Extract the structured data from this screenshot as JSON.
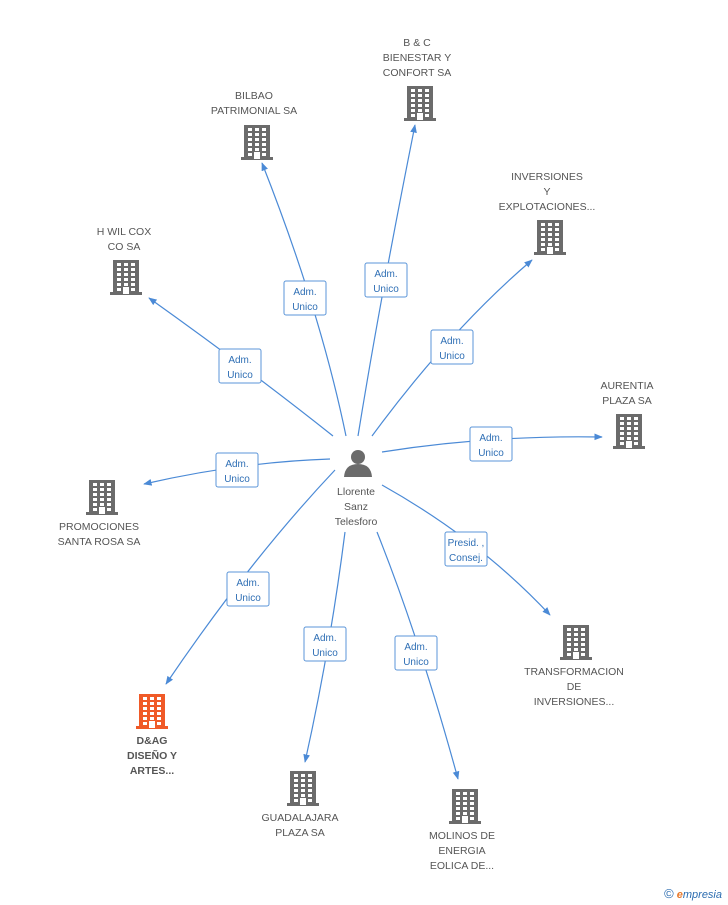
{
  "center": {
    "name_lines": [
      "Llorente",
      "Sanz",
      "Telesforo"
    ],
    "icon": "person-icon"
  },
  "nodes": [
    {
      "id": "bienestar",
      "lines": [
        "B & C",
        "BIENESTAR Y",
        "CONFORT SA"
      ],
      "icon": "building-icon",
      "highlight": false
    },
    {
      "id": "bilbao",
      "lines": [
        "BILBAO",
        "PATRIMONIAL SA"
      ],
      "icon": "building-icon",
      "highlight": false
    },
    {
      "id": "inversiones",
      "lines": [
        "INVERSIONES",
        "Y",
        "EXPLOTACIONES..."
      ],
      "icon": "building-icon",
      "highlight": false
    },
    {
      "id": "hwil",
      "lines": [
        "H WIL COX",
        "CO SA"
      ],
      "icon": "building-icon",
      "highlight": false
    },
    {
      "id": "aurentia",
      "lines": [
        "AURENTIA",
        "PLAZA SA"
      ],
      "icon": "building-icon",
      "highlight": false
    },
    {
      "id": "promociones",
      "lines": [
        "PROMOCIONES",
        "SANTA ROSA SA"
      ],
      "icon": "building-icon",
      "highlight": false
    },
    {
      "id": "transformacion",
      "lines": [
        "TRANSFORMACION",
        "DE",
        "INVERSIONES..."
      ],
      "icon": "building-icon",
      "highlight": false
    },
    {
      "id": "dag",
      "lines": [
        "D&AG",
        "DISEÑO Y",
        "ARTES..."
      ],
      "icon": "building-icon",
      "highlight": true
    },
    {
      "id": "guadalajara",
      "lines": [
        "GUADALAJARA",
        "PLAZA SA"
      ],
      "icon": "building-icon",
      "highlight": false
    },
    {
      "id": "molinos",
      "lines": [
        "MOLINOS DE",
        "ENERGIA",
        "EOLICA DE..."
      ],
      "icon": "building-icon",
      "highlight": false
    }
  ],
  "edges": [
    {
      "target": "bienestar",
      "label_lines": [
        "Adm.",
        "Unico"
      ]
    },
    {
      "target": "bilbao",
      "label_lines": [
        "Adm.",
        "Unico"
      ]
    },
    {
      "target": "inversiones",
      "label_lines": [
        "Adm.",
        "Unico"
      ]
    },
    {
      "target": "hwil",
      "label_lines": [
        "Adm.",
        "Unico"
      ]
    },
    {
      "target": "aurentia",
      "label_lines": [
        "Adm.",
        "Unico"
      ]
    },
    {
      "target": "promociones",
      "label_lines": [
        "Adm.",
        "Unico"
      ]
    },
    {
      "target": "transformacion",
      "label_lines": [
        "Presid. ,",
        "Consej."
      ]
    },
    {
      "target": "dag",
      "label_lines": [
        "Adm.",
        "Unico"
      ]
    },
    {
      "target": "guadalajara",
      "label_lines": [
        "Adm.",
        "Unico"
      ]
    },
    {
      "target": "molinos",
      "label_lines": [
        "Adm.",
        "Unico"
      ]
    }
  ],
  "colors": {
    "building": "#6b6b6b",
    "highlight": "#f05a28",
    "edge": "#4b8ad6",
    "edge_label": "#2f6fb5"
  },
  "brand": {
    "copyright": "©",
    "first_letter": "e",
    "rest": "mpresia"
  }
}
